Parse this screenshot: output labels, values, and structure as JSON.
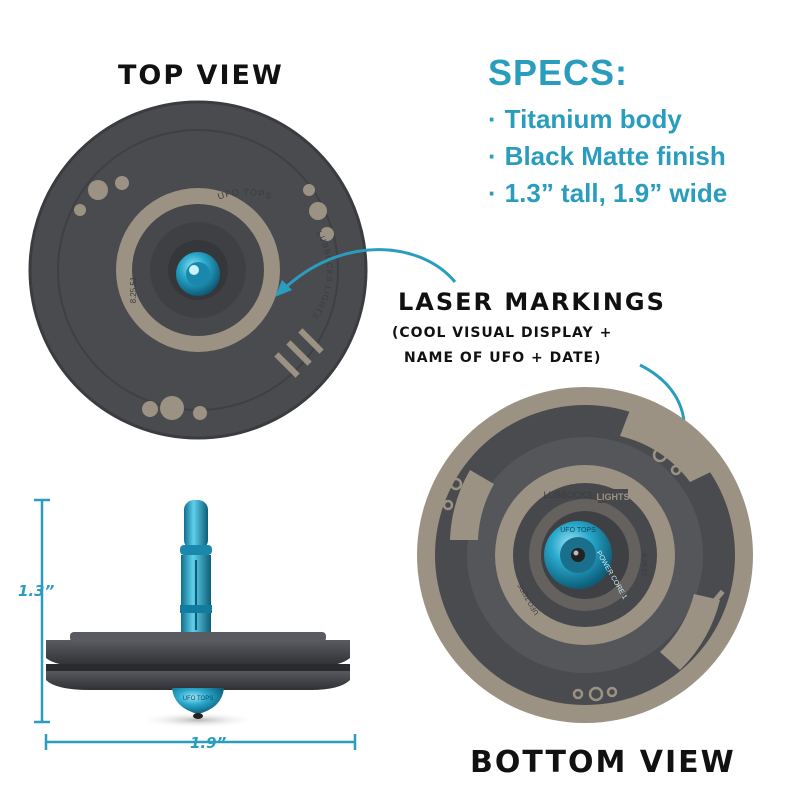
{
  "top_view": {
    "title": "TOP VIEW"
  },
  "bottom_view": {
    "title": "BOTTOM VIEW"
  },
  "specs": {
    "title": "SPECS:",
    "items": [
      "Titanium body",
      "Black Matte finish",
      "1.3” tall, 1.9” wide"
    ],
    "color": "#2a9dbf"
  },
  "laser_markings": {
    "title": "LASER MARKINGS",
    "subtitle_line1": "(COOL VISUAL DISPLAY +",
    "subtitle_line2": "NAME OF UFO + DATE)"
  },
  "dimensions": {
    "height": "1.3”",
    "width": "1.9”"
  },
  "engravings": {
    "ufo_tops": "UFO TOPS",
    "lubbocks_lights": "LUBBOCKS LIGHTS",
    "lubbocks": "LUBBOCKS",
    "lights": "LIGHTS",
    "power_core": "POWER CORE 1",
    "date": "8.25.51"
  },
  "colors": {
    "body_dark": "#4a4b4f",
    "body_bronze": "#9c9283",
    "accent_cyan": "#29a8cc",
    "label_blue": "#2a9dbf"
  }
}
